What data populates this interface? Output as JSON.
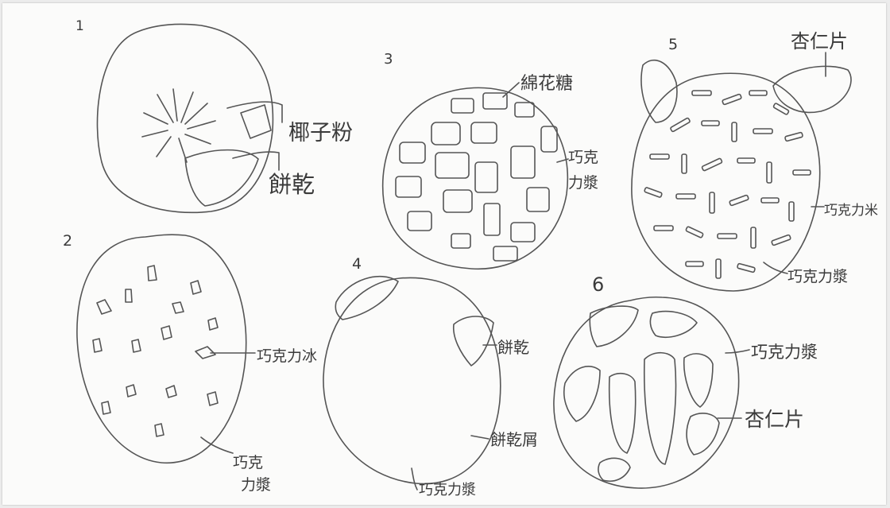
{
  "sketches": [
    {
      "number": "1",
      "labels": [
        "椰子粉",
        "餅乾"
      ]
    },
    {
      "number": "2",
      "labels": [
        "巧克力冰",
        "巧克\n力漿"
      ]
    },
    {
      "number": "3",
      "labels": [
        "綿花糖",
        "巧克\n力漿"
      ]
    },
    {
      "number": "4",
      "labels": [
        "餅乾",
        "餅乾屑",
        "巧克力漿"
      ]
    },
    {
      "number": "5",
      "labels": [
        "杏仁片",
        "巧克力米",
        "巧克力漿"
      ]
    },
    {
      "number": "6",
      "labels": [
        "巧克力漿",
        "杏仁片"
      ]
    }
  ],
  "colors": {
    "paper": "#fbfbfa",
    "pencil": "#555555",
    "shade": "#8a8a8a",
    "background": "#ececec"
  }
}
